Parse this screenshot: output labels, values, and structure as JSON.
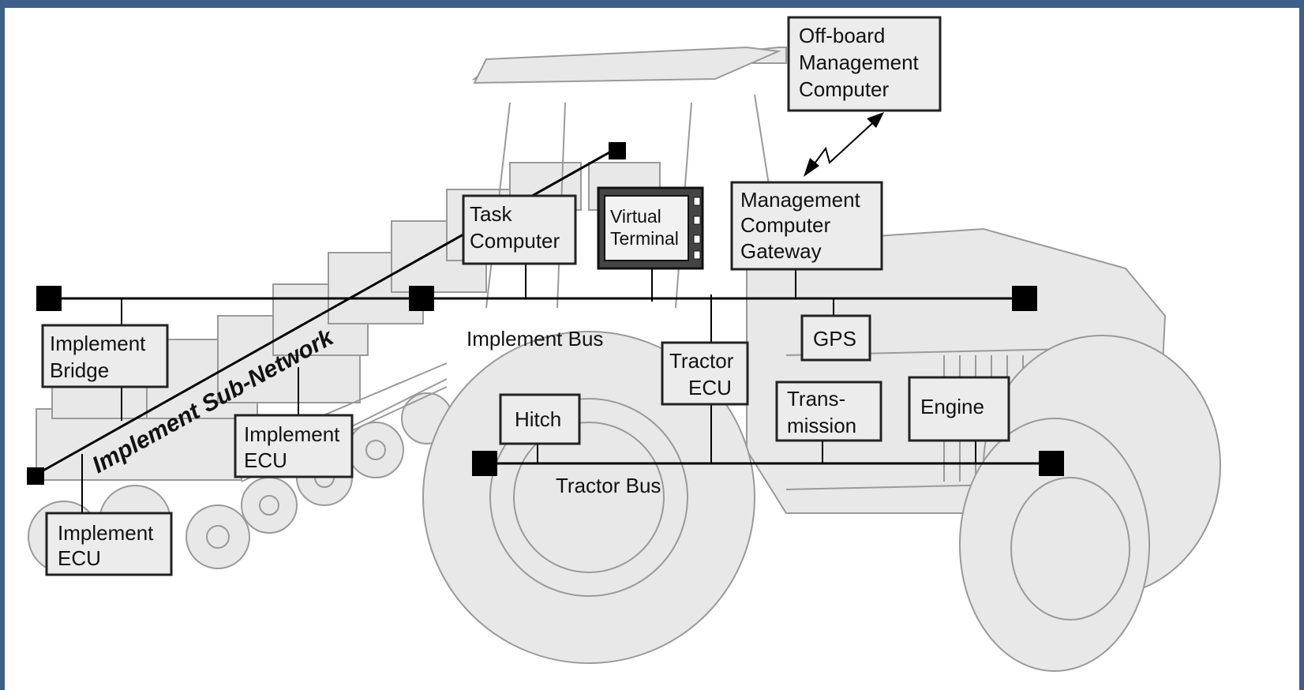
{
  "buses": {
    "implement_bus": "Implement Bus",
    "tractor_bus": "Tractor Bus",
    "implement_subnetwork": "Implement Sub-Network"
  },
  "nodes": {
    "offboard": [
      "Off-board",
      "Management",
      "Computer"
    ],
    "task_computer": [
      "Task",
      "Computer"
    ],
    "virtual_terminal": [
      "Virtual",
      "Terminal"
    ],
    "mgmt_gateway": [
      "Management",
      "Computer",
      "Gateway"
    ],
    "gps": [
      "GPS"
    ],
    "implement_bridge": [
      "Implement",
      "Bridge"
    ],
    "implement_ecu_mid": [
      "Implement",
      "ECU"
    ],
    "implement_ecu_low": [
      "Implement",
      "ECU"
    ],
    "tractor_ecu": [
      "Tractor",
      "ECU"
    ],
    "hitch": [
      "Hitch"
    ],
    "transmission": [
      "Trans-",
      "mission"
    ],
    "engine": [
      "Engine"
    ]
  }
}
